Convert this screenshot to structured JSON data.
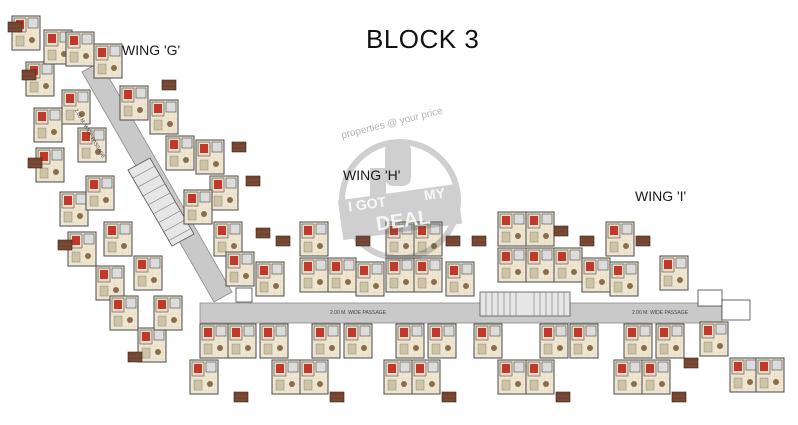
{
  "block_title": "BLOCK 3",
  "wings": {
    "g": "WING 'G'",
    "h": "WING 'H'",
    "i": "WING 'I'"
  },
  "passages": {
    "diagonal": "2.00 M. WIDE PASSAGE",
    "horizontal_left": "2.00 M. WIDE PASSAGE",
    "horizontal_right": "2.00 M. WIDE PASSAGE"
  },
  "watermark": {
    "tagline": "properties @ your price",
    "line1": "I GOT",
    "line2": "MY",
    "line3": "DEAL",
    "icon": "thumbs-up-icon"
  },
  "colors": {
    "corridor": "#c9c9c9",
    "wall": "#4a4a4a",
    "floor": "#efe6d2",
    "bedroom": "#e7dcc6",
    "balcony": "#7a4a36",
    "bed": "#c0392b",
    "terrace": "#b7b7b7"
  }
}
